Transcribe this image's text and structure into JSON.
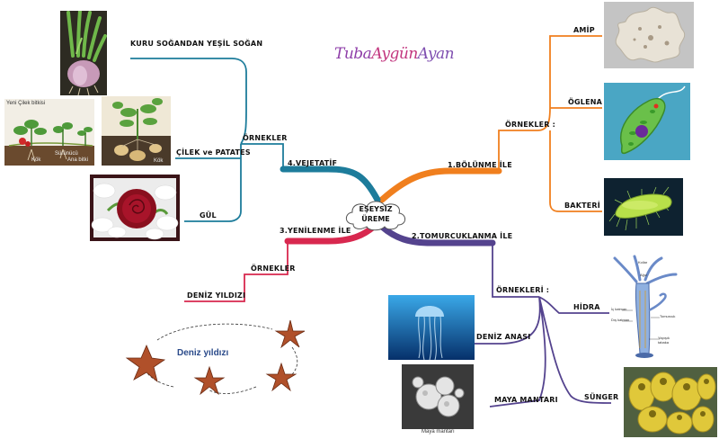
{
  "brand": {
    "part1": "Tuba",
    "part2": "Aygün",
    "part3": "Ayan"
  },
  "center": {
    "line1": "EŞEYSİZ",
    "line2": "ÜREME"
  },
  "branches": {
    "bolunme": {
      "title": "1.BÖLÜNME İLE",
      "sub": "ÖRNEKLER :",
      "items": [
        "AMİP",
        "ÖGLENA",
        "BAKTERİ"
      ],
      "color": "#f07f1e"
    },
    "tomurcuklanma": {
      "title": "2.TOMURCUKLANMA İLE",
      "sub": "ÖRNEKLERİ :",
      "items": [
        "HİDRA",
        "DENİZ ANASI",
        "MAYA MANTARI",
        "SÜNGER"
      ],
      "color": "#54438e"
    },
    "yenilenme": {
      "title": "3.YENİLENME İLE",
      "sub": "ÖRNEKLER",
      "items": [
        "DENİZ YILDIZI"
      ],
      "color": "#d8284f"
    },
    "vejetatif": {
      "title": "4.VEJETATİF",
      "sub": "ÖRNEKLER",
      "items": [
        "KURU SOĞANDAN YEŞİL SOĞAN",
        "ÇİLEK ve PATATES",
        "GÜL"
      ],
      "color": "#1d7c9b"
    }
  },
  "captions": {
    "starfish": "Deniz yıldızı",
    "yeast": "Maya mantarı",
    "strawberry": [
      "Yeni Çilek bitkisi",
      "Sürünücü",
      "Kök",
      "Ana bitki"
    ],
    "potato": [
      "Kök"
    ],
    "hydra": [
      "Kollar",
      "Ağız",
      "Tomurcuk",
      "İç katman",
      "Dış katman",
      "Yapışık tabaka"
    ]
  }
}
